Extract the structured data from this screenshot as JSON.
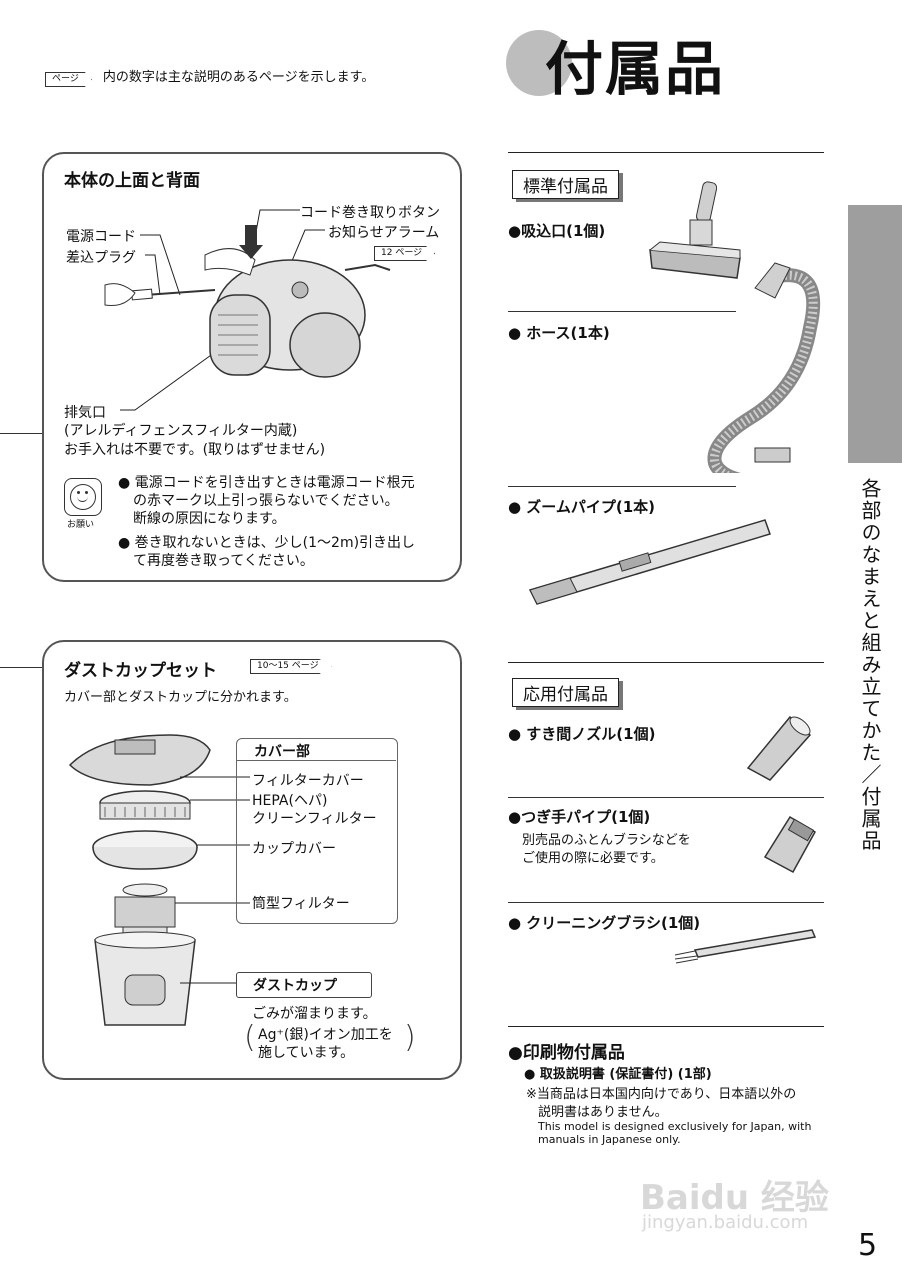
{
  "header": {
    "page_ref_tag": "ページ",
    "page_ref_note": "内の数字は主な説明のあるページを示します。",
    "title": "付属品"
  },
  "top_back_box": {
    "title": "本体の上面と背面",
    "cord_reel_button": "コード巻き取りボタン",
    "alarm": "お知らせアラーム",
    "power_cord": "電源コード",
    "plug": "差込プラグ",
    "page_ref_num": "12",
    "page_ref_tag": "ページ",
    "exhaust_label": "排気口",
    "exhaust_sub": "(アレルディフェンスフィルター内蔵)",
    "exhaust_note": "お手入れは不要です。(取りはずせません)",
    "onegai_label": "お願い",
    "note1_line1": "電源コードを引き出すときは電源コード根元",
    "note1_line2": "の赤マーク以上引っ張らないでください。",
    "note1_line3": "断線の原因になります。",
    "note2_line1": "巻き取れないときは、少し(1〜2m)引き出し",
    "note2_line2": "て再度巻き取ってください。"
  },
  "dust_box": {
    "title": "ダストカップセット",
    "page_ref_num": "10〜15",
    "page_ref_tag": "ページ",
    "subtitle": "カバー部とダストカップに分かれます。",
    "cover_label": "カバー部",
    "filter_cover": "フィルターカバー",
    "hepa_line1": "HEPA(ヘパ)",
    "hepa_line2": "クリーンフィルター",
    "cup_cover": "カップカバー",
    "tube_filter": "筒型フィルター",
    "dust_cup_label": "ダストカップ",
    "dust_note": "ごみが溜まります。",
    "ag_line1": "Ag⁺(銀)イオン加工を",
    "ag_line2": "施しています。"
  },
  "standard": {
    "tab": "標準付属品",
    "item1": "●吸込口(1個)",
    "item2": "● ホース(1本)",
    "item3": "● ズームパイプ(1本)"
  },
  "optional": {
    "tab": "応用付属品",
    "item1": "● すき間ノズル(1個)",
    "item2": "●つぎ手パイプ(1個)",
    "item2_note1": "別売品のふとんブラシなどを",
    "item2_note2": "ご使用の際に必要です。",
    "item3": "● クリーニングブラシ(1個)"
  },
  "printed": {
    "title": "●印刷物付属品",
    "manual": "● 取扱説明書 (保証書付) (1部)",
    "note1": "※当商品は日本国内向けであり、日本語以外の",
    "note2": "説明書はありません。",
    "en1": "This model is designed exclusively for Japan, with",
    "en2": "manuals in Japanese only."
  },
  "side_tab": "各部のなまえと組み立てかた／付属品",
  "watermark": {
    "line1": "Baidu 经验",
    "line2": "jingyan.baidu.com"
  },
  "page_number": "5",
  "colors": {
    "gray_tab": "#9e9e9e",
    "circle": "#bdbdbd",
    "line": "#222222"
  }
}
